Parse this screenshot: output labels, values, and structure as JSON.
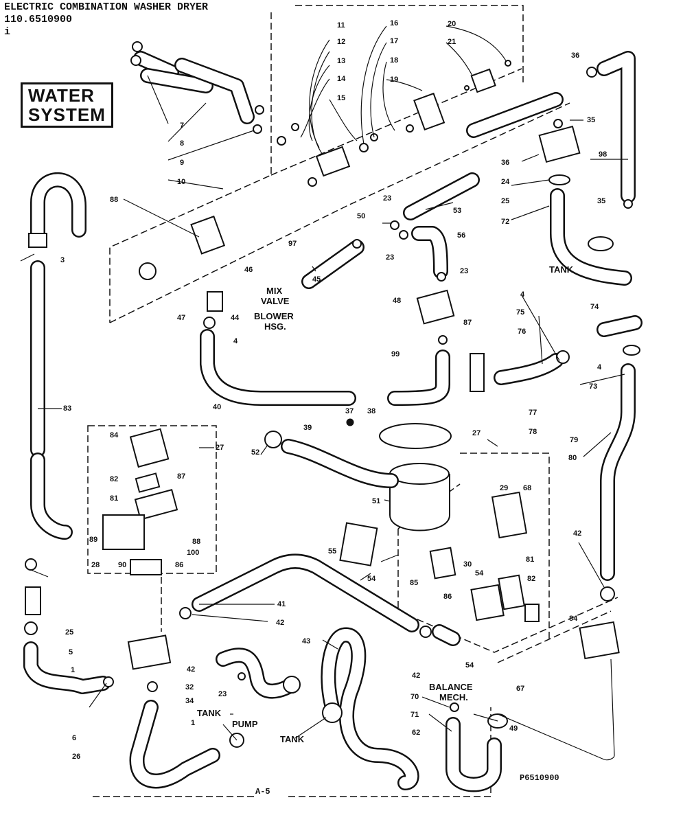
{
  "header": {
    "line1": "ELECTRIC COMBINATION WASHER DRYER",
    "line2": "110.6510900",
    "line3": "i"
  },
  "section": {
    "line1": "WATER",
    "line2": "SYSTEM"
  },
  "callouts": {
    "main_labels": [
      "MIX",
      "VALVE",
      "BLOWER",
      "HSG.",
      "TANK",
      "TANK",
      "PUMP",
      "TANK",
      "BALANCE",
      "MECH."
    ],
    "tank_top_right": "TANK",
    "tank_pump_left": "TANK",
    "pump": "PUMP",
    "tank_bottom": "TANK",
    "balance": "BALANCE",
    "mech": "MECH."
  },
  "parts": {
    "p11": "11",
    "p12": "12",
    "p13": "13",
    "p14": "14",
    "p15": "15",
    "p16": "16",
    "p17": "17",
    "p18": "18",
    "p19": "19",
    "p20": "20",
    "p21": "21",
    "p7": "7",
    "p8": "8",
    "p9": "9",
    "p10": "10",
    "p88": "88",
    "p3": "3",
    "p83": "83",
    "p36": "36",
    "p35": "35",
    "p98": "98",
    "p24": "24",
    "p25": "25",
    "p35b": "35",
    "p72": "72",
    "p23a": "23",
    "p50": "50",
    "p53": "53",
    "p23b": "23",
    "p56": "56",
    "p23c": "23",
    "p97": "97",
    "p45": "45",
    "p46": "46",
    "p47": "47",
    "p44": "44",
    "p4a": "4",
    "p48": "48",
    "p87a": "87",
    "p99": "99",
    "p40": "40",
    "p39": "39",
    "p37": "37",
    "p38": "38",
    "p4b": "4",
    "p75": "75",
    "p76": "76",
    "p74": "74",
    "p4c": "4",
    "p73": "73",
    "p77": "77",
    "p78": "78",
    "p79": "79",
    "p80": "80",
    "p52": "52",
    "p51": "51",
    "p27a": "27",
    "p84a": "84",
    "p82a": "82",
    "p87b": "87",
    "p81a": "81",
    "p89": "89",
    "p28": "28",
    "p90": "90",
    "p86a": "86",
    "p88b": "88",
    "p100": "100",
    "p27b": "27",
    "p29": "29",
    "p68": "68",
    "p55": "55",
    "p54a": "54",
    "p85": "85",
    "p30": "30",
    "p54b": "54",
    "p86b": "86",
    "p81b": "81",
    "p82b": "82",
    "p84b": "84",
    "p42a": "42",
    "p41": "41",
    "p42b": "42",
    "p43": "43",
    "p42c": "42",
    "p25b": "25",
    "p5": "5",
    "p1a": "1",
    "p6": "6",
    "p26": "26",
    "p42d": "42",
    "p32": "32",
    "p34": "34",
    "p23d": "23",
    "p1b": "1",
    "p54c": "54",
    "p67": "67",
    "p70": "70",
    "p71": "71",
    "p49": "49",
    "p62": "62"
  },
  "footer": {
    "page": "A-5",
    "code": "P6510900"
  }
}
